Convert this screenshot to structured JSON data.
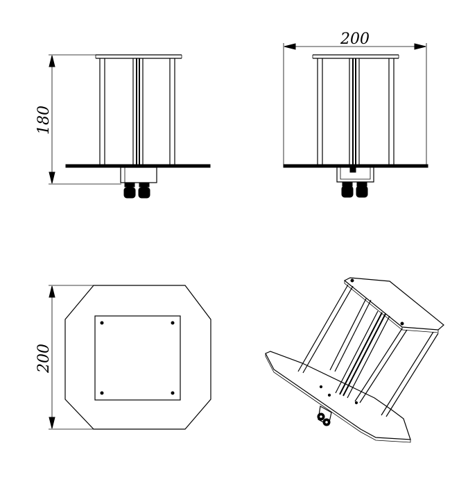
{
  "drawing": {
    "views": {
      "front": {
        "height_dimension": "180"
      },
      "side": {
        "width_dimension": "200"
      },
      "top": {
        "depth_dimension": "200"
      },
      "isometric": {}
    }
  }
}
